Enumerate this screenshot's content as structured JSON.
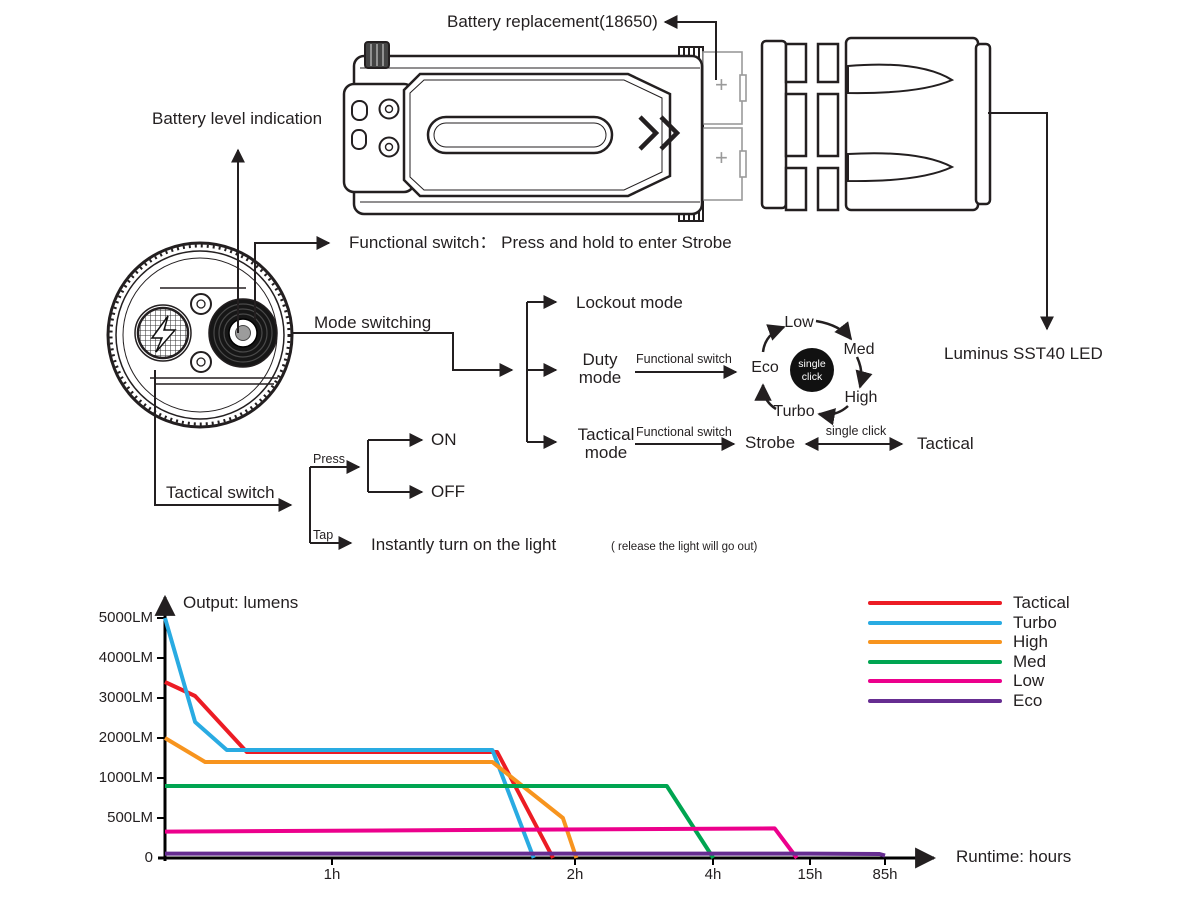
{
  "page": {
    "background": "#ffffff",
    "line_color": "#231f20",
    "battery_outline_color": "#9a9a9a"
  },
  "diagram": {
    "battery_replacement_label": "Battery replacement(18650)",
    "battery_level_label": "Battery level indication",
    "functional_switch_note": "Functional switch： Press and hold to enter Strobe",
    "mode_switching_label": "Mode switching",
    "lockout_mode_label": "Lockout mode",
    "duty_mode_label": "Duty\nmode",
    "tactical_mode_label": "Tactical\nmode",
    "functional_switch_small_duty": "Functional switch",
    "functional_switch_small_tactical": "Functional switch",
    "single_click_center": "single\nclick",
    "cycle_labels": [
      "Low",
      "Med",
      "High",
      "Turbo",
      "Eco"
    ],
    "strobe_label": "Strobe",
    "single_click_arrow_label": "single click",
    "tactical_end_label": "Tactical",
    "tactical_switch_label": "Tactical switch",
    "press_label": "Press",
    "tap_label": "Tap",
    "on_label": "ON",
    "off_label": "OFF",
    "instant_label": "Instantly turn on the light",
    "instant_sub_label": "( release the light will go out)",
    "led_label": "Luminus SST40 LED",
    "battery_plus": "+"
  },
  "chart_data": {
    "type": "line",
    "title": "",
    "xlabel": "Runtime: hours",
    "ylabel": "Output: lumens",
    "grid": false,
    "legend_position": "top-right",
    "axis_note": "both axes are non-linear: tick marks are evenly spaced in pixels",
    "x_ticks": [
      {
        "label": "1h",
        "hours": 1
      },
      {
        "label": "2h",
        "hours": 2
      },
      {
        "label": "4h",
        "hours": 4
      },
      {
        "label": "15h",
        "hours": 15
      },
      {
        "label": "85h",
        "hours": 85
      }
    ],
    "y_ticks": [
      {
        "label": "0",
        "lumens": 0
      },
      {
        "label": "500LM",
        "lumens": 500
      },
      {
        "label": "1000LM",
        "lumens": 1000
      },
      {
        "label": "2000LM",
        "lumens": 2000
      },
      {
        "label": "3000LM",
        "lumens": 3000
      },
      {
        "label": "4000LM",
        "lumens": 4000
      },
      {
        "label": "5000LM",
        "lumens": 5000
      }
    ],
    "series": [
      {
        "name": "Tactical",
        "color": "#EC1C24",
        "points": [
          [
            0,
            3400
          ],
          [
            0.18,
            3050
          ],
          [
            0.49,
            1650
          ],
          [
            1.68,
            1650
          ],
          [
            1.91,
            0
          ]
        ]
      },
      {
        "name": "Turbo",
        "color": "#29ABE2",
        "points": [
          [
            0,
            5000
          ],
          [
            0.18,
            2400
          ],
          [
            0.37,
            1700
          ],
          [
            1.66,
            1700
          ],
          [
            1.83,
            0
          ]
        ]
      },
      {
        "name": "High",
        "color": "#F7941E",
        "points": [
          [
            0,
            2000
          ],
          [
            0.24,
            1400
          ],
          [
            1.66,
            1400
          ],
          [
            1.95,
            500
          ],
          [
            2.02,
            0
          ]
        ]
      },
      {
        "name": "Med",
        "color": "#00A551",
        "points": [
          [
            0,
            900
          ],
          [
            3.33,
            900
          ],
          [
            4.03,
            0
          ]
        ]
      },
      {
        "name": "Low",
        "color": "#EC008C",
        "points": [
          [
            0,
            330
          ],
          [
            11,
            370
          ],
          [
            13.5,
            0
          ]
        ]
      },
      {
        "name": "Eco",
        "color": "#662D91",
        "points": [
          [
            0,
            55
          ],
          [
            15,
            55
          ],
          [
            80,
            50
          ],
          [
            85,
            30
          ]
        ]
      }
    ]
  }
}
